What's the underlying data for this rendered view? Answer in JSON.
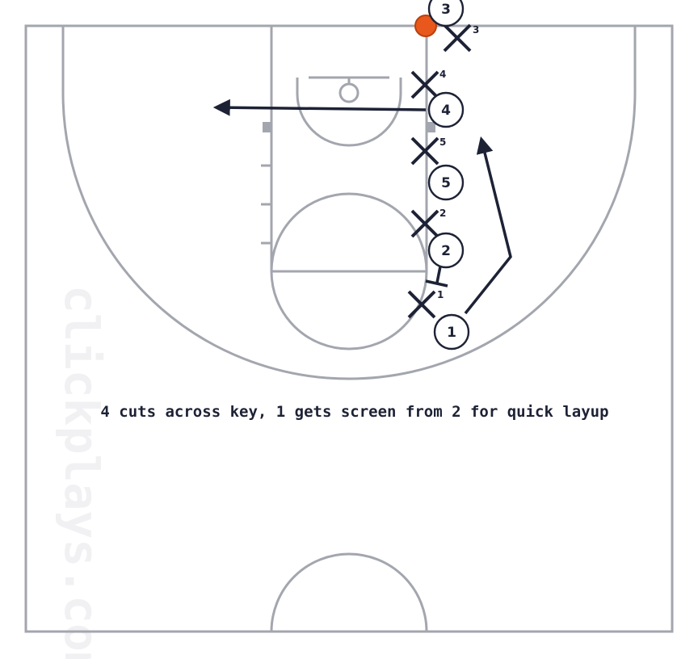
{
  "play": {
    "caption": "4 cuts across key, 1 gets screen from 2 for quick layup",
    "watermark": "clickplays.com"
  },
  "offense": [
    {
      "id": "3",
      "label": "3"
    },
    {
      "id": "4",
      "label": "4"
    },
    {
      "id": "5",
      "label": "5"
    },
    {
      "id": "2",
      "label": "2"
    },
    {
      "id": "1",
      "label": "1"
    }
  ],
  "defense": [
    {
      "id": "3",
      "label": "3"
    },
    {
      "id": "4",
      "label": "4"
    },
    {
      "id": "5",
      "label": "5"
    },
    {
      "id": "2",
      "label": "2"
    },
    {
      "id": "1",
      "label": "1"
    }
  ],
  "colors": {
    "court_lines": "#a3a6ae",
    "players": "#1d2235",
    "ball": "#e8571b",
    "watermark": "#f1f1f3"
  }
}
